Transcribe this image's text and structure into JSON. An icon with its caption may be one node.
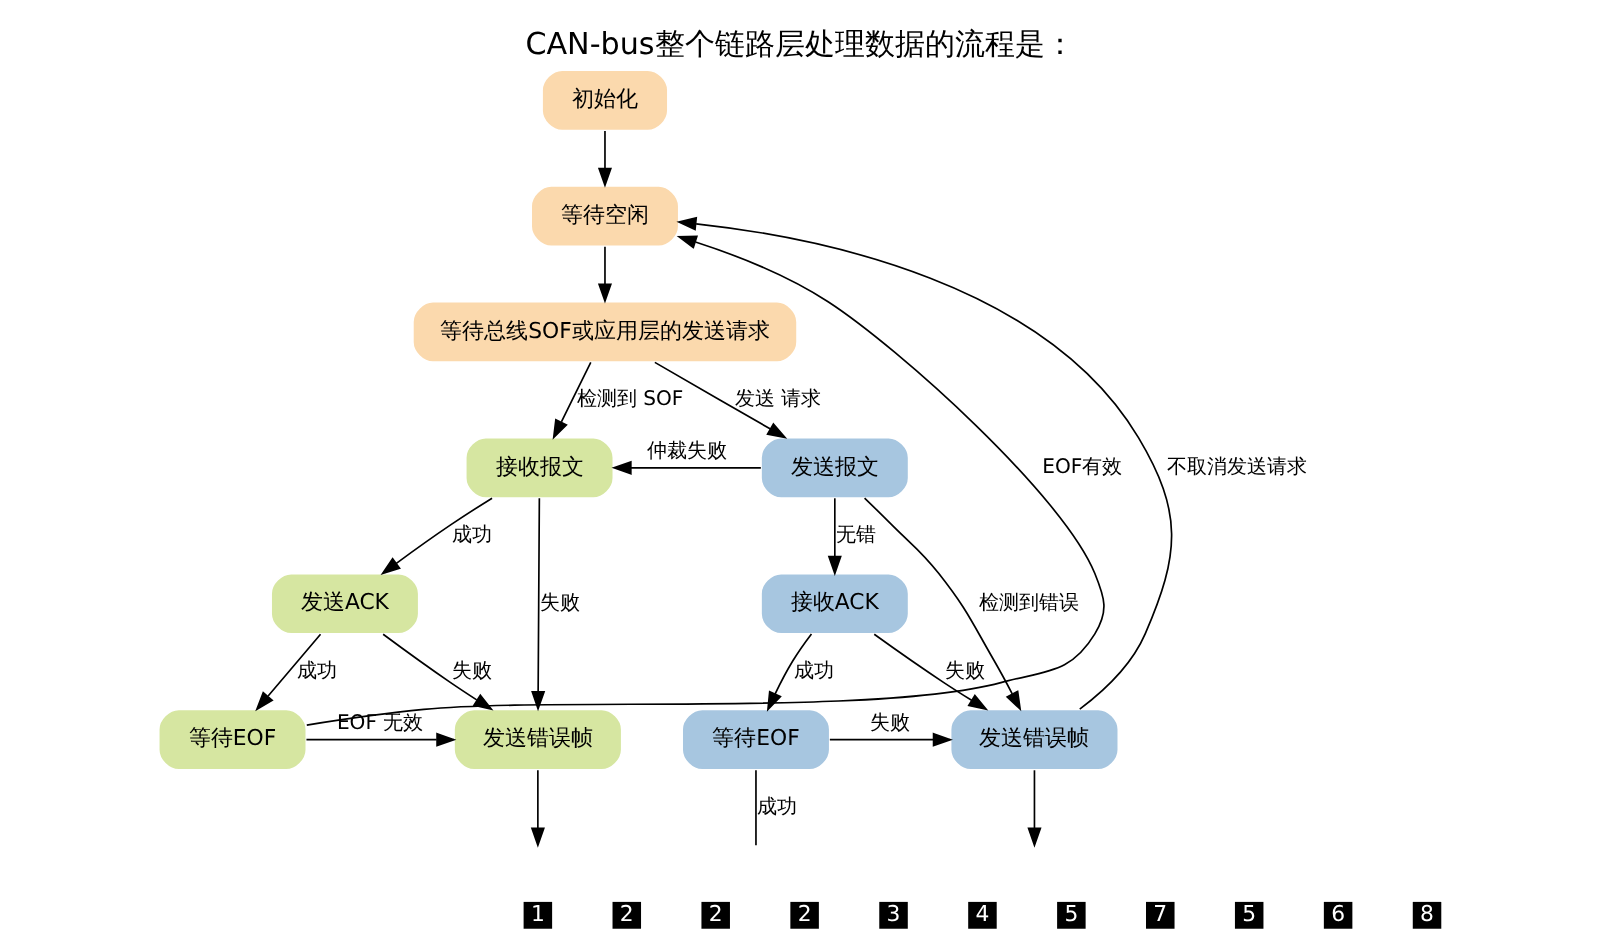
{
  "diagram": {
    "title": "CAN-bus整个链路层处理数据的流程是：",
    "nodes": [
      {
        "text": [
          "初始化"
        ]
      },
      {
        "text": [
          "等待空闲"
        ]
      },
      {
        "text": [
          "等待总线SOF或应用层的发送请求"
        ]
      },
      {
        "text": [
          "接收报文"
        ]
      },
      {
        "text": [
          "发送ACK"
        ]
      },
      {
        "text": [
          "等待EOF"
        ]
      },
      {
        "text": [
          "发送错误帧"
        ]
      },
      {
        "text": [
          "发送报文"
        ]
      },
      {
        "text": [
          "接收ACK"
        ]
      },
      {
        "text": [
          "等待EOF"
        ]
      },
      {
        "text": [
          "发送错误帧"
        ]
      }
    ],
    "edges": [
      {
        "from": 0,
        "to": 1,
        "arrow": "to"
      },
      {
        "from": 1,
        "to": 2,
        "arrow": "to"
      },
      {
        "from": 2,
        "to": 3,
        "arrow": "to",
        "label": "检测到 SOF"
      },
      {
        "from": 2,
        "to": 7,
        "arrow": "to",
        "label": "发送 请求"
      },
      {
        "from": 7,
        "to": 3,
        "arrow": "to",
        "label": "仲裁失败"
      },
      {
        "from": 3,
        "to": 6,
        "arrow": "to",
        "label": "失败"
      },
      {
        "from": 3,
        "to": 4,
        "arrow": "to",
        "label": "成功"
      },
      {
        "from": 4,
        "to": 6,
        "arrow": "to",
        "label": "失败"
      },
      {
        "from": 4,
        "to": 5,
        "arrow": "to",
        "label": "成功"
      },
      {
        "from": 5,
        "to": 6,
        "arrow": "to",
        "label": "EOF 无效"
      },
      {
        "from": 5,
        "to": 1,
        "arrow": "to",
        "label": "EOF有效"
      },
      {
        "from": 6,
        "to": null,
        "arrow": "to"
      },
      {
        "from": 7,
        "to": 10,
        "arrow": "to",
        "label": "检测到错误"
      },
      {
        "from": 7,
        "to": 8,
        "arrow": "to",
        "label": "无错"
      },
      {
        "from": 8,
        "to": 10,
        "arrow": "to",
        "label": "失败"
      },
      {
        "from": 8,
        "to": 9,
        "arrow": "to",
        "label": "成功"
      },
      {
        "from": 9,
        "to": 10,
        "arrow": "to",
        "label": "失败"
      },
      {
        "from": 9,
        "to": null,
        "arrow": "none",
        "label": "成功"
      },
      {
        "from": 10,
        "to": 1,
        "arrow": "to",
        "label": "不取消发送请求"
      },
      {
        "from": 10,
        "to": null,
        "arrow": "to"
      }
    ],
    "labels": [
      "1",
      "2",
      "2",
      "2",
      "3",
      "4",
      "5",
      "7",
      "5",
      "6",
      "8"
    ]
  }
}
